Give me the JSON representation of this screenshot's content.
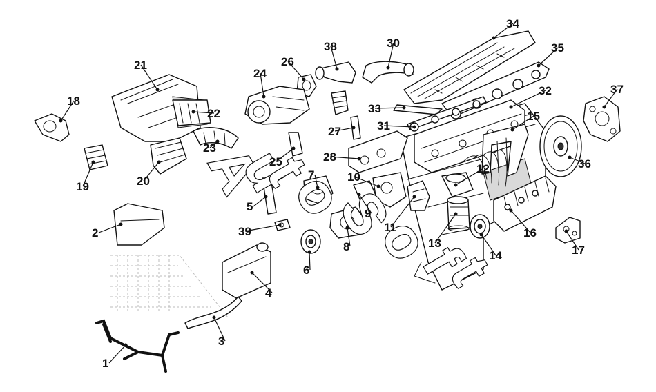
{
  "watermark": {
    "letters": [
      "A",
      "u",
      "t",
      "o",
      "S",
      "o",
      "f",
      "t"
    ]
  },
  "parts": [
    {
      "number": "1"
    },
    {
      "number": "2"
    },
    {
      "number": "3"
    },
    {
      "number": "4"
    },
    {
      "number": "5"
    },
    {
      "number": "6"
    },
    {
      "number": "7"
    },
    {
      "number": "8"
    },
    {
      "number": "9"
    },
    {
      "number": "10"
    },
    {
      "number": "11"
    },
    {
      "number": "12"
    },
    {
      "number": "13"
    },
    {
      "number": "14"
    },
    {
      "number": "15"
    },
    {
      "number": "16"
    },
    {
      "number": "17"
    },
    {
      "number": "18"
    },
    {
      "number": "19"
    },
    {
      "number": "20"
    },
    {
      "number": "21"
    },
    {
      "number": "22"
    },
    {
      "number": "23"
    },
    {
      "number": "24"
    },
    {
      "number": "25"
    },
    {
      "number": "26"
    },
    {
      "number": "27"
    },
    {
      "number": "28"
    },
    {
      "number": "30"
    },
    {
      "number": "31"
    },
    {
      "number": "32"
    },
    {
      "number": "33"
    },
    {
      "number": "34"
    },
    {
      "number": "35"
    },
    {
      "number": "36"
    },
    {
      "number": "37"
    },
    {
      "number": "38"
    },
    {
      "number": "39"
    }
  ]
}
